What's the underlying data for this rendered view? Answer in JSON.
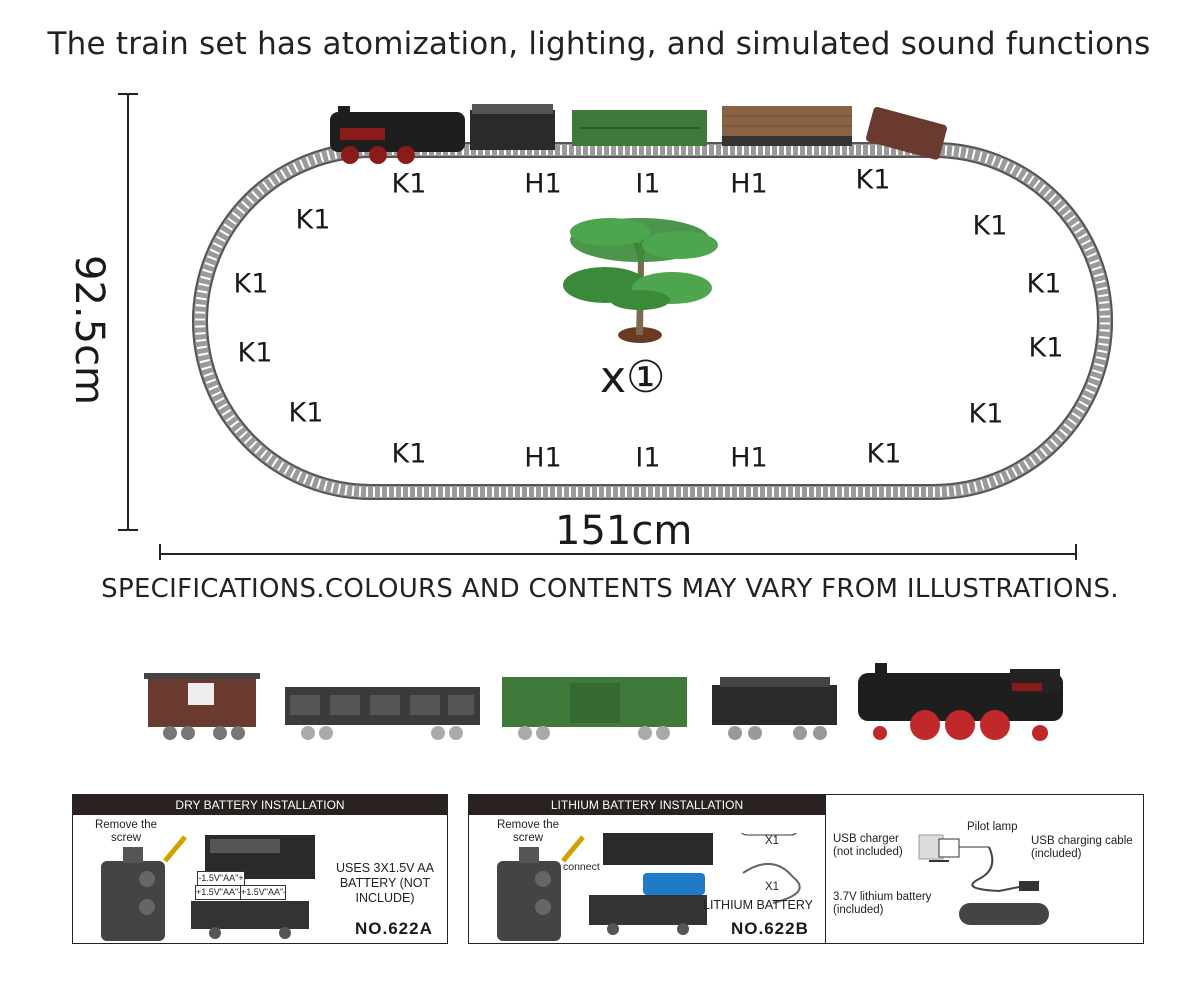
{
  "headline": "The train set has atomization, lighting, and simulated sound functions",
  "track_labels": {
    "top": [
      "K1",
      "H1",
      "I1",
      "H1",
      "K1"
    ],
    "bottom": [
      "K1",
      "H1",
      "I1",
      "H1",
      "K1"
    ],
    "left": [
      "K1",
      "K1",
      "K1",
      "K1"
    ],
    "right": [
      "K1",
      "K1",
      "K1",
      "K1"
    ]
  },
  "tree_quantity": "x①",
  "dimensions": {
    "height": "92.5cm",
    "width": "151cm"
  },
  "disclaimer": "SPECIFICATIONS.COLOURS AND CONTENTS MAY VARY FROM ILLUSTRATIONS.",
  "dry_battery": {
    "title": "DRY BATTERY INSTALLATION",
    "remove_screw": "Remove the screw",
    "battery_labels": [
      "-1.5V\"AA\"+",
      "+1.5V\"AA\"-",
      "+1.5V\"AA\"-"
    ],
    "note": "USES 3X1.5V AA BATTERY (NOT INCLUDE)",
    "model": "NO.622A"
  },
  "lithium_battery": {
    "title": "LITHIUM BATTERY INSTALLATION",
    "remove_screw": "Remove the screw",
    "connect": "connect",
    "qty1": "X1",
    "qty2": "X1",
    "note": "LITHIUM BATTERY",
    "model": "NO.622B"
  },
  "charging": {
    "usb_charger": "USB charger (not included)",
    "pilot_lamp": "Pilot lamp",
    "usb_cable": "USB charging cable (included)",
    "lithium": "3.7V lithium battery (included)"
  },
  "colors": {
    "track": "#8a8a8a",
    "loco": "#1e1e1e",
    "boxcar_green": "#3f7a3b",
    "log_wood": "#8a6244",
    "caboose": "#6a3a2e",
    "header_bar": "#2a2220"
  }
}
